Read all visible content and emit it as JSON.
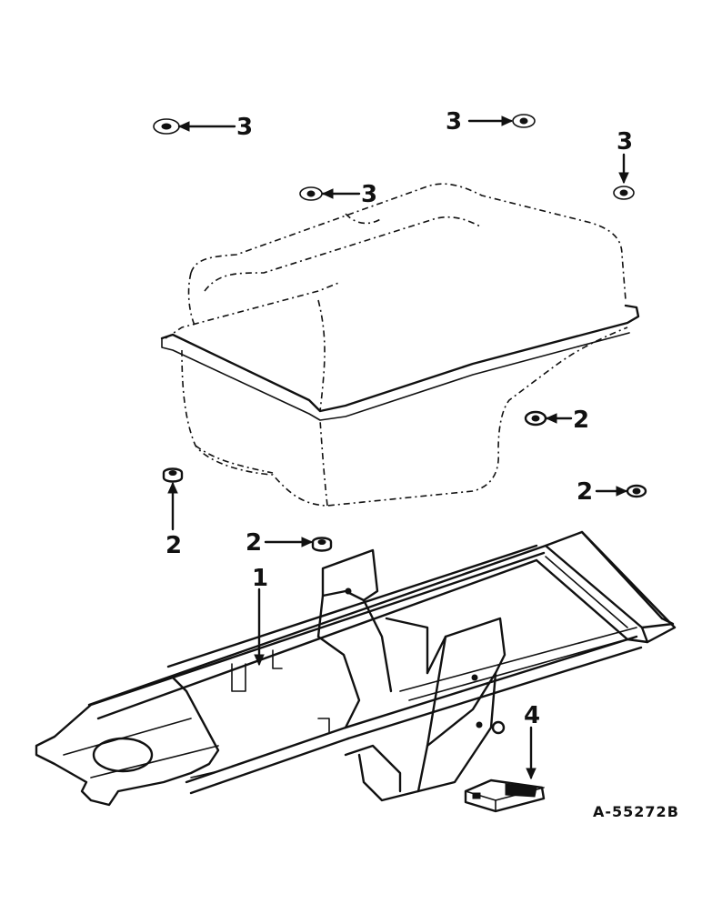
{
  "callouts": [
    {
      "id": "c1",
      "label": "1"
    },
    {
      "id": "c2a",
      "label": "2"
    },
    {
      "id": "c2b",
      "label": "2"
    },
    {
      "id": "c2c",
      "label": "2"
    },
    {
      "id": "c2d",
      "label": "2"
    },
    {
      "id": "c3a",
      "label": "3"
    },
    {
      "id": "c3b",
      "label": "3"
    },
    {
      "id": "c3c",
      "label": "3"
    },
    {
      "id": "c3d",
      "label": "3"
    },
    {
      "id": "c4",
      "label": "4"
    }
  ],
  "part_code": "A-55272B"
}
